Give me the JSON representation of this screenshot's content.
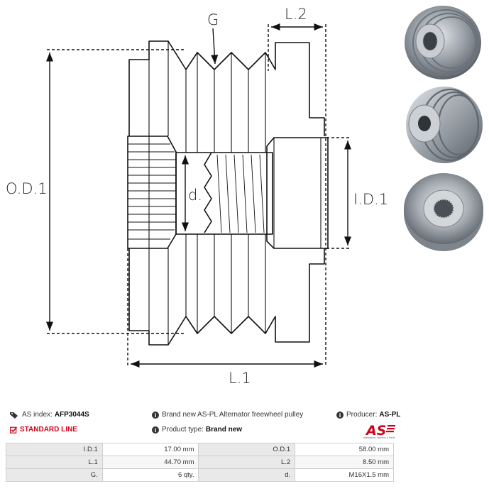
{
  "drawing": {
    "labels": {
      "g": "G",
      "l2": "L.2",
      "od1": "O.D.1",
      "id1": "I.D.1",
      "d": "d.",
      "l1": "L.1"
    }
  },
  "info": {
    "as_index_label": "AS index:",
    "as_index_value": "AFP3044S",
    "line": "STANDARD LINE",
    "description": "Brand new AS-PL Alternator freewheel pulley",
    "product_type_label": "Product type:",
    "product_type_value": "Brand new",
    "producer_label": "Producer:",
    "producer_value": "AS-PL"
  },
  "logo": {
    "text": "AS",
    "subtitle": "Alternators, Starters & Parts"
  },
  "specs": [
    {
      "key1": "I.D.1",
      "val1": "17.00 mm",
      "key2": "O.D.1",
      "val2": "58.00 mm"
    },
    {
      "key1": "L.1",
      "val1": "44.70 mm",
      "key2": "L.2",
      "val2": "8.50 mm"
    },
    {
      "key1": "G.",
      "val1": "6 qty.",
      "key2": "d.",
      "val2": "M16X1.5 mm"
    }
  ],
  "colors": {
    "accent_red": "#d0021b",
    "line": "#111111",
    "table_header_bg": "#e9e9e9",
    "table_border": "#cfcfcf"
  }
}
